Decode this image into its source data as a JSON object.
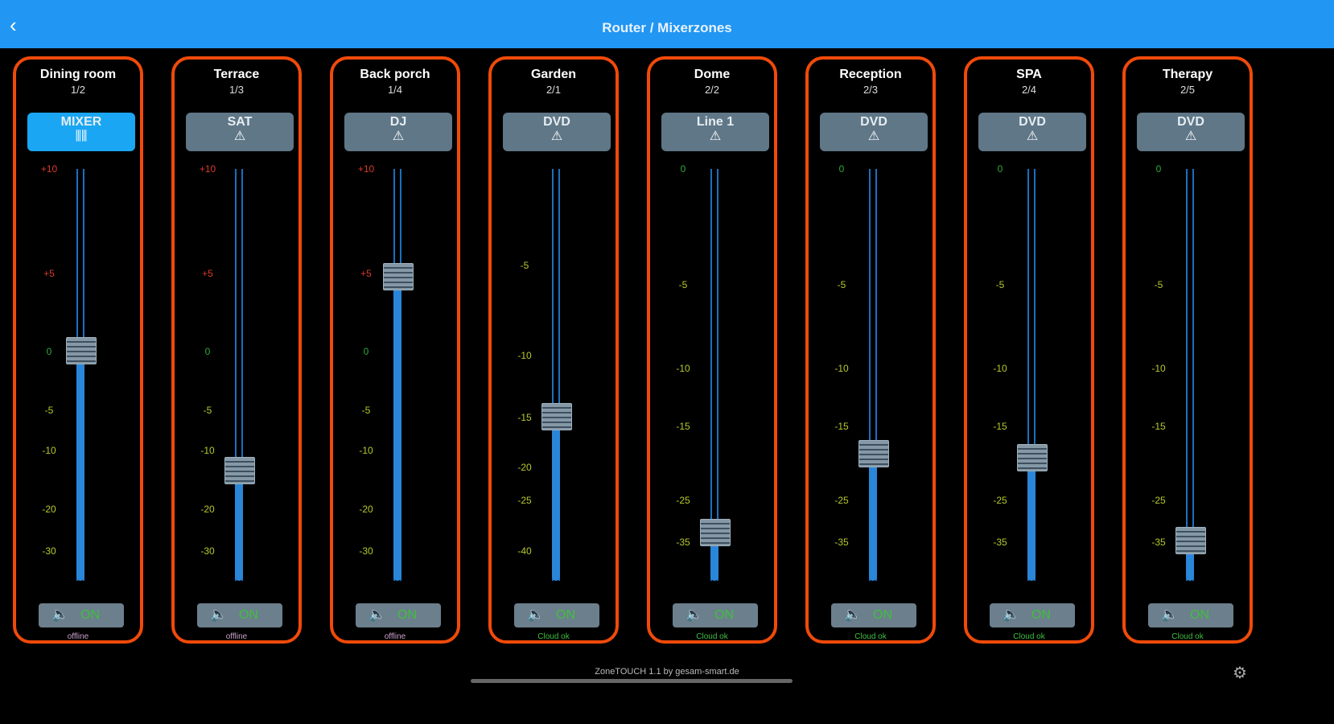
{
  "header": {
    "title": "Router / Mixerzones",
    "back_icon": "chevron-left-icon"
  },
  "colors": {
    "accent": "#2196f3",
    "panel_border": "#f04a0a",
    "mixer_active": "#1aa6f2",
    "source_button": "#5f7787",
    "on_text": "#3fbf3f",
    "tick_positive": "#d83a2a",
    "tick_zero": "#2fa83a",
    "tick_negative": "#b8c92a"
  },
  "zones": [
    {
      "name": "Dining room",
      "number": "1/2",
      "source": "MIXER",
      "source_icon": "mixer-icon",
      "active": true,
      "scale": "A",
      "ticks": [
        "+10",
        "+5",
        "0",
        "-5",
        "-10",
        "-20",
        "-30"
      ],
      "level": 0.56,
      "mute_label": "ON",
      "status": "offline",
      "status_ok": false
    },
    {
      "name": "Terrace",
      "number": "1/3",
      "source": "SAT",
      "source_icon": "warning-icon",
      "active": false,
      "scale": "A",
      "ticks": [
        "+10",
        "+5",
        "0",
        "-5",
        "-10",
        "-20",
        "-30"
      ],
      "level": 0.27,
      "mute_label": "ON",
      "status": "offline",
      "status_ok": false
    },
    {
      "name": "Back porch",
      "number": "1/4",
      "source": "DJ",
      "source_icon": "warning-icon",
      "active": false,
      "scale": "A",
      "ticks": [
        "+10",
        "+5",
        "0",
        "-5",
        "-10",
        "-20",
        "-30"
      ],
      "level": 0.74,
      "mute_label": "ON",
      "status": "offline",
      "status_ok": false
    },
    {
      "name": "Garden",
      "number": "2/1",
      "source": "DVD",
      "source_icon": "warning-icon",
      "active": false,
      "scale": "B",
      "ticks": [
        "-5",
        "-10",
        "-15",
        "-20",
        "-25",
        "-40"
      ],
      "level": 0.4,
      "mute_label": "ON",
      "status": "Cloud ok",
      "status_ok": true
    },
    {
      "name": "Dome",
      "number": "2/2",
      "source": "Line 1",
      "source_icon": "warning-icon",
      "active": false,
      "scale": "C",
      "ticks": [
        "0",
        "-5",
        "-10",
        "-15",
        "-25",
        "-35"
      ],
      "level": 0.12,
      "mute_label": "ON",
      "status": "Cloud ok",
      "status_ok": true
    },
    {
      "name": "Reception",
      "number": "2/3",
      "source": "DVD",
      "source_icon": "warning-icon",
      "active": false,
      "scale": "C",
      "ticks": [
        "0",
        "-5",
        "-10",
        "-15",
        "-25",
        "-35"
      ],
      "level": 0.31,
      "mute_label": "ON",
      "status": "Cloud ok",
      "status_ok": true
    },
    {
      "name": "SPA",
      "number": "2/4",
      "source": "DVD",
      "source_icon": "warning-icon",
      "active": false,
      "scale": "C",
      "ticks": [
        "0",
        "-5",
        "-10",
        "-15",
        "-25",
        "-35"
      ],
      "level": 0.3,
      "mute_label": "ON",
      "status": "Cloud ok",
      "status_ok": true
    },
    {
      "name": "Therapy",
      "number": "2/5",
      "source": "DVD",
      "source_icon": "warning-icon",
      "active": false,
      "scale": "C",
      "ticks": [
        "0",
        "-5",
        "-10",
        "-15",
        "-25",
        "-35"
      ],
      "level": 0.1,
      "mute_label": "ON",
      "status": "Cloud ok",
      "status_ok": true
    }
  ],
  "footer": {
    "text": "ZoneTOUCH 1.1 by gesam-smart.de"
  }
}
